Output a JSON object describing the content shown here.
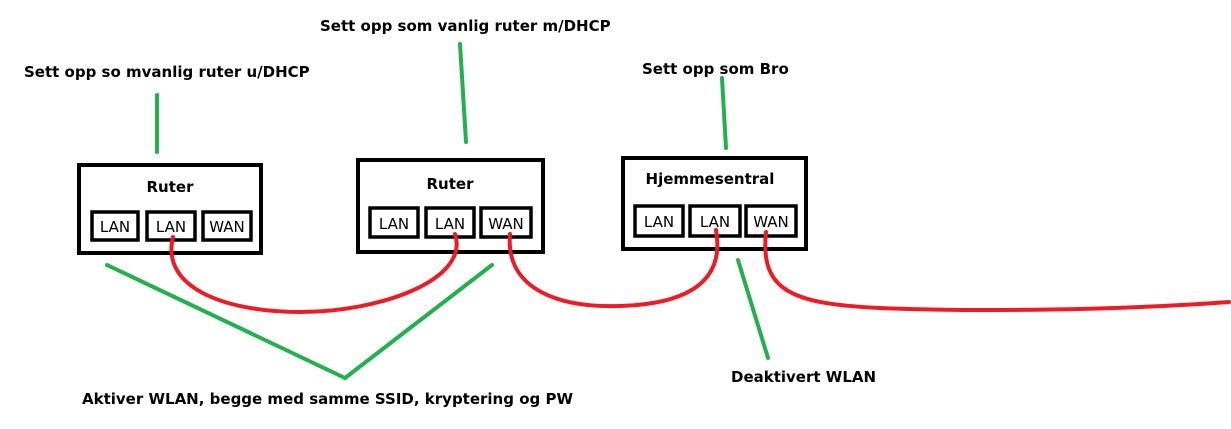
{
  "colors": {
    "annotation_line": "#22b14c",
    "cable": "#ed1c24",
    "outline": "#000000",
    "background": "#ffffff"
  },
  "annotations": {
    "router1_setup": "Sett opp so mvanlig ruter u/DHCP",
    "router2_setup": "Sett opp som vanlig ruter m/DHCP",
    "central_setup": "Sett opp som Bro",
    "wlan_note": "Aktiver WLAN, begge med samme SSID, kryptering og PW",
    "central_wlan_note": "Deaktivert WLAN"
  },
  "devices": [
    {
      "title": "Ruter",
      "ports": [
        "LAN",
        "LAN",
        "WAN"
      ]
    },
    {
      "title": "Ruter",
      "ports": [
        "LAN",
        "LAN",
        "WAN"
      ]
    },
    {
      "title": "Hjemmesentral",
      "ports": [
        "LAN",
        "LAN",
        "WAN"
      ]
    }
  ]
}
